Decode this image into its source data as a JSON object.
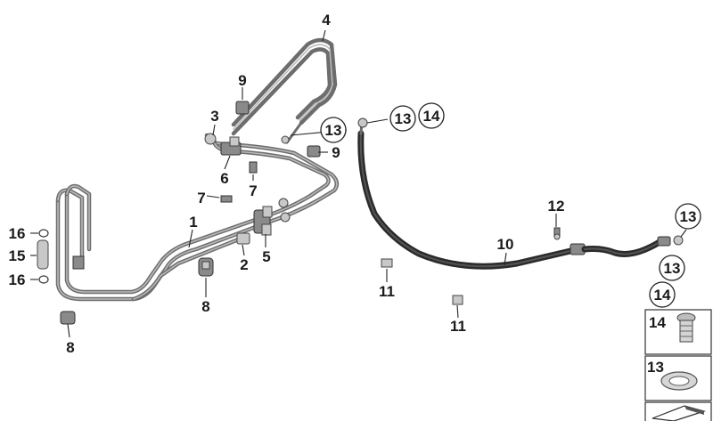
{
  "labels": {
    "l1": "1",
    "l2": "2",
    "l3": "3",
    "l4": "4",
    "l5": "5",
    "l6": "6",
    "l7a": "7",
    "l7b": "7",
    "l8a": "8",
    "l8b": "8",
    "l9a": "9",
    "l9b": "9",
    "l10": "10",
    "l11a": "11",
    "l11b": "11",
    "l12": "12",
    "l13a": "13",
    "l13b": "13",
    "l13c": "13",
    "l13d": "13",
    "l14a": "14",
    "l14b": "14",
    "l15": "15",
    "l16a": "16",
    "l16b": "16"
  },
  "legend": {
    "item14": "14",
    "item13": "13"
  }
}
